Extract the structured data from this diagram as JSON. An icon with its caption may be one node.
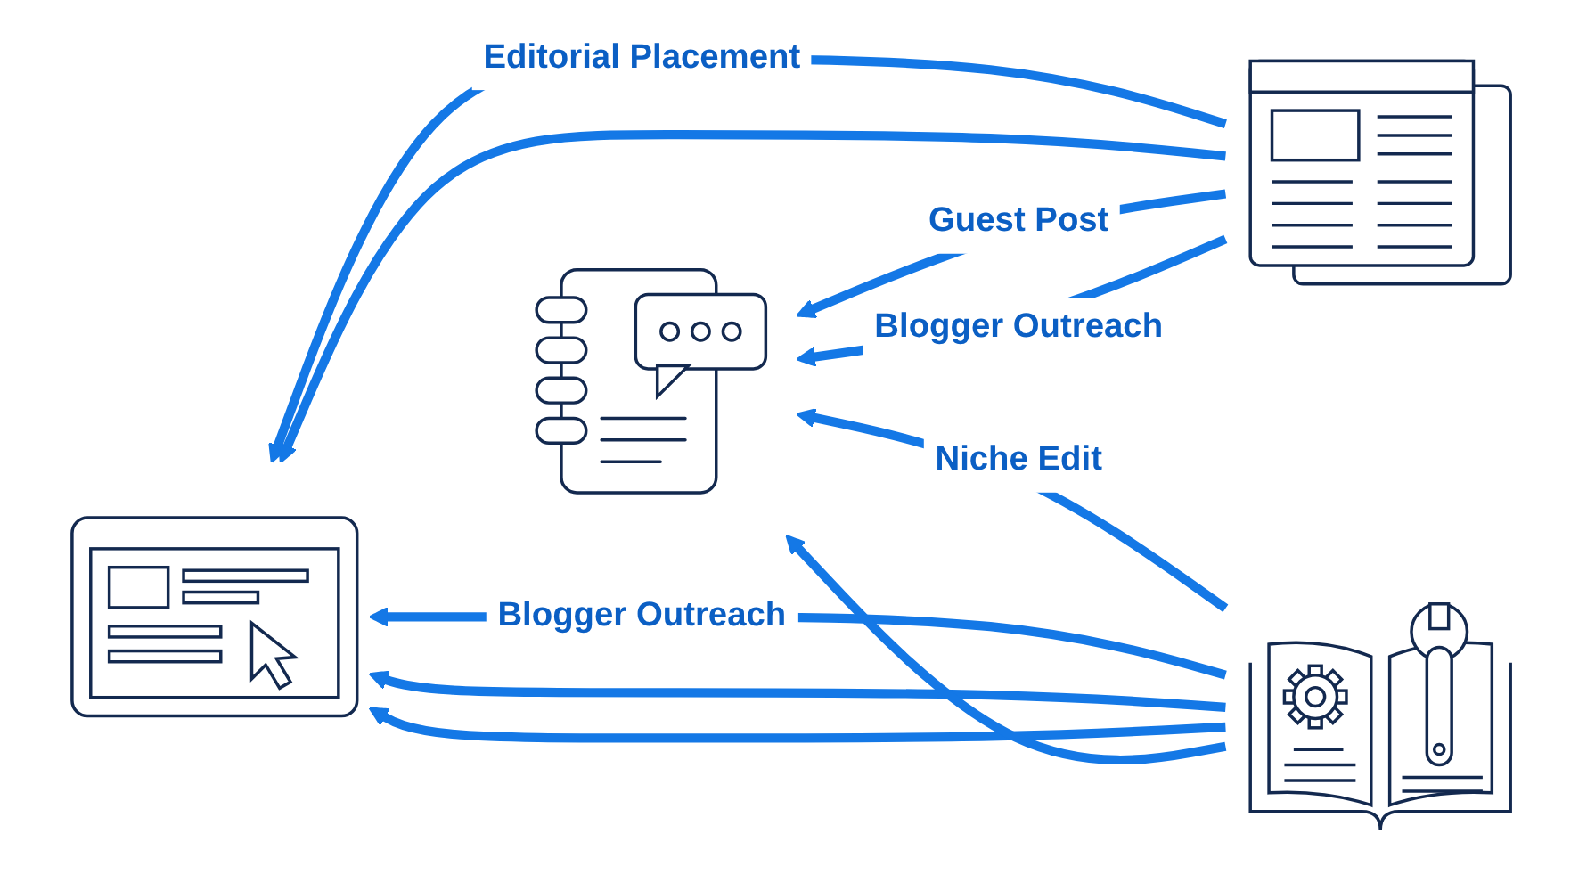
{
  "diagram": {
    "nodes": [
      {
        "text": [],
        "shape": "picture"
      },
      {
        "text": [],
        "shape": "picture"
      },
      {
        "text": [],
        "shape": "picture"
      },
      {
        "text": [],
        "shape": "picture"
      }
    ],
    "edges": [
      {
        "from": 2,
        "to": 0,
        "arrow": "to",
        "label": "Editorial Placement"
      },
      {
        "from": 2,
        "to": 0,
        "arrow": "to"
      },
      {
        "from": 2,
        "to": 1,
        "arrow": "to",
        "label": "Guest Post"
      },
      {
        "from": 2,
        "to": 1,
        "arrow": "to",
        "label": "Blogger Outreach"
      },
      {
        "from": 3,
        "to": 1,
        "arrow": "to",
        "label": "Niche Edit"
      },
      {
        "from": 3,
        "to": 0,
        "arrow": "to",
        "label": "Blogger Outreach"
      },
      {
        "from": 3,
        "to": 0,
        "arrow": "to"
      },
      {
        "from": 3,
        "to": 0,
        "arrow": "to"
      },
      {
        "from": 3,
        "to": 1,
        "arrow": "to"
      }
    ]
  }
}
